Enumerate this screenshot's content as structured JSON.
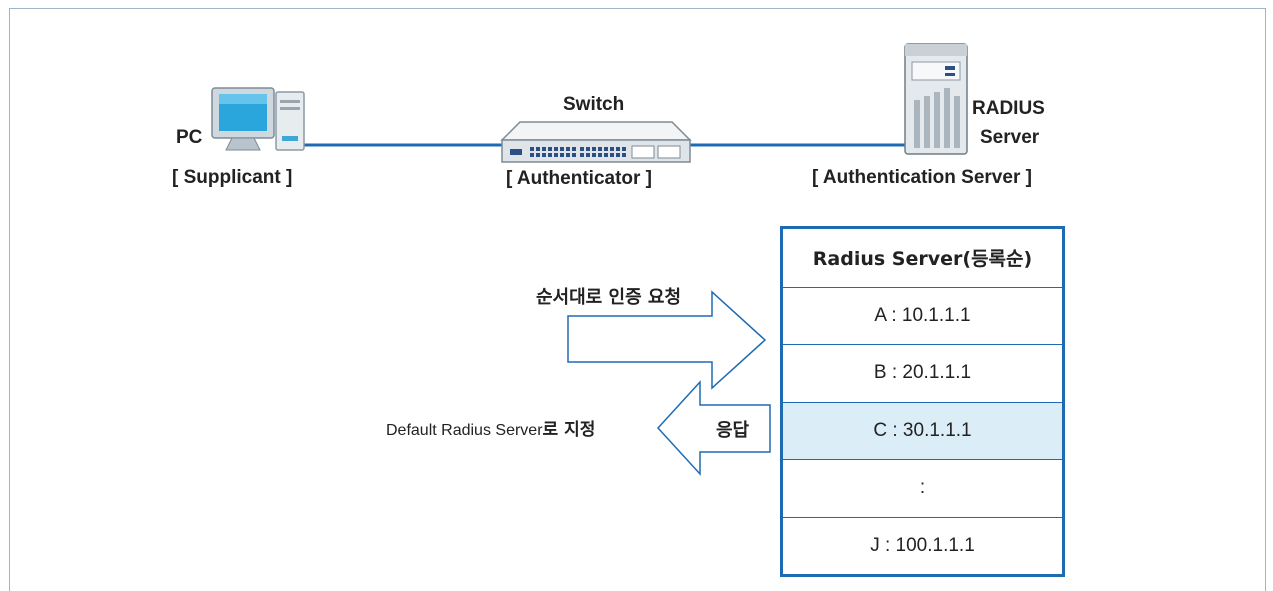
{
  "nodes": {
    "pc": {
      "name": "PC",
      "role": "[ Supplicant ]"
    },
    "switch": {
      "name": "Switch",
      "role": "[ Authenticator ]"
    },
    "radius": {
      "name_line1": "RADIUS",
      "name_line2": "Server",
      "role": "[ Authentication Server ]"
    }
  },
  "table": {
    "header": "Radius Server(등록순)",
    "rows": [
      {
        "text": "A : 10.1.1.1",
        "highlighted": false
      },
      {
        "text": "B : 20.1.1.1",
        "highlighted": false
      },
      {
        "text": "C : 30.1.1.1",
        "highlighted": true
      },
      {
        "text": ":",
        "highlighted": false
      },
      {
        "text": "J : 100.1.1.1",
        "highlighted": false
      }
    ]
  },
  "arrows": {
    "request_label": "순서대로 인증 요청",
    "response_label": "응답",
    "default_label_en": "Default Radius Server",
    "default_label_ko": "로 지정"
  },
  "colors": {
    "line": "#1e6bb3",
    "highlight": "#dbeef8",
    "frame": "#9fb4c8"
  }
}
